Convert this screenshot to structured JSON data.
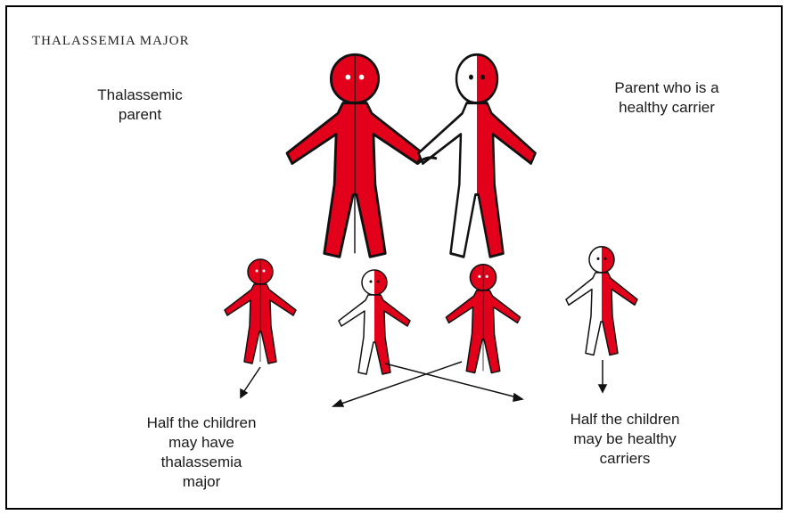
{
  "diagram": {
    "title": "THALASSEMIA MAJOR",
    "labels": {
      "thalassemic_parent": "Thalassemic\nparent",
      "carrier_parent": "Parent who is a\nhealthy carrier",
      "children_major": "Half the children\nmay have\nthalassemia\nmajor",
      "children_carriers": "Half the children\nmay be healthy\ncarriers"
    },
    "colors": {
      "affected": "#e3001b",
      "outline": "#111111",
      "unaffected": "#ffffff"
    },
    "figures": [
      {
        "role": "thalassemic-parent",
        "fill": "full-red"
      },
      {
        "role": "carrier-parent",
        "fill": "half-red"
      },
      {
        "role": "child-1",
        "fill": "full-red"
      },
      {
        "role": "child-2",
        "fill": "half-red"
      },
      {
        "role": "child-3",
        "fill": "full-red"
      },
      {
        "role": "child-4",
        "fill": "half-red"
      }
    ]
  }
}
